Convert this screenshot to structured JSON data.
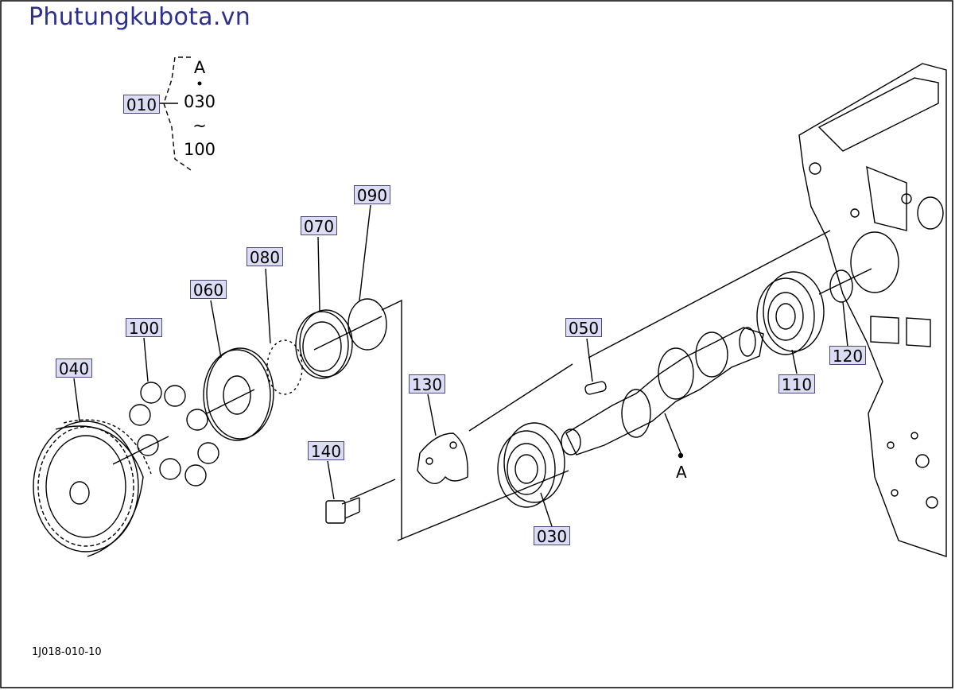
{
  "watermark": "Phutungkubota.vn",
  "figure_code": "1J018-010-10",
  "legend": {
    "id": "010",
    "line1": "A",
    "line2": "030",
    "line3": "~",
    "line4": "100"
  },
  "ref_letter": "A",
  "parts": {
    "p030": "030",
    "p040": "040",
    "p050": "050",
    "p060": "060",
    "p070": "070",
    "p080": "080",
    "p090": "090",
    "p100": "100",
    "p110": "110",
    "p120": "120",
    "p130": "130",
    "p140": "140"
  }
}
